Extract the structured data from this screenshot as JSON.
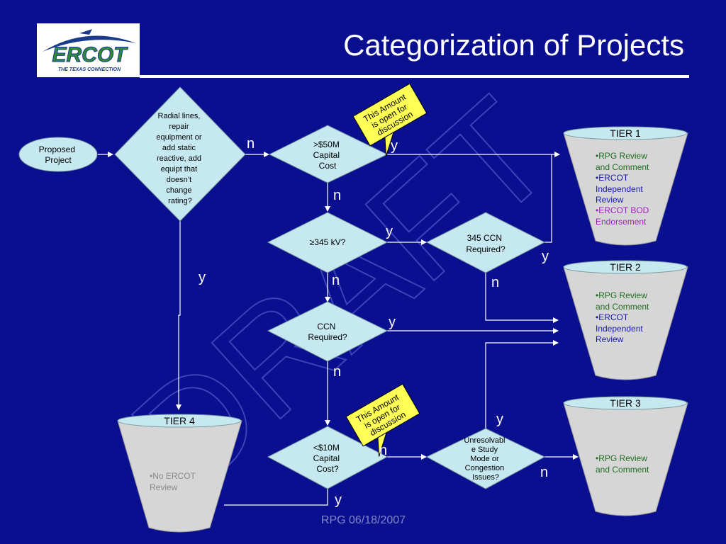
{
  "header": {
    "title": "Categorization of Projects",
    "logo_word": "ERCOT",
    "logo_tagline": "THE TEXAS CONNECTION"
  },
  "footer": {
    "text": "RPG 06/18/2007"
  },
  "watermark": "DRAFT",
  "colors": {
    "background": "#0a0f8f",
    "shape_fill": "#c6e9f1",
    "bucket_fill": "#d6d6d6",
    "note_fill": "#ffff55",
    "text_green": "#1f6e1f",
    "text_blue": "#1a1aa8",
    "text_purple": "#a020c0",
    "text_gray": "#8a8a8a"
  },
  "nodes": {
    "start": [
      "Proposed",
      "Project"
    ],
    "radial": [
      "Radial lines,",
      "repair",
      "equipment or",
      "add static",
      "reactive, add",
      "equipt that",
      "doesn’t",
      "change",
      "rating?"
    ],
    "capital50": [
      ">$50M",
      "Capital",
      "Cost"
    ],
    "kv345": [
      "≥345 kV?"
    ],
    "ccn345": [
      "345 CCN",
      "Required?"
    ],
    "ccn": [
      "CCN",
      "Required?"
    ],
    "capital10": [
      "<$10M",
      "Capital",
      "Cost?"
    ],
    "unresolvable": [
      "Unresolvabl",
      "e Study",
      "Mode or",
      "Congestion",
      "Issues?"
    ]
  },
  "notes": {
    "note1": [
      "This Amount",
      "is open for",
      "discussion"
    ],
    "note2": [
      "This Amount",
      "is open for",
      "discussion"
    ]
  },
  "tiers": {
    "tier1": {
      "label": "TIER 1",
      "items": [
        "•RPG Review",
        "and Comment",
        "•ERCOT",
        "Independent",
        "Review",
        "•ERCOT BOD",
        "Endorsement"
      ]
    },
    "tier2": {
      "label": "TIER 2",
      "items": [
        "•RPG Review",
        "and Comment",
        "•ERCOT",
        "Independent",
        "Review"
      ]
    },
    "tier3": {
      "label": "TIER 3",
      "items": [
        "•RPG Review",
        "and Comment"
      ]
    },
    "tier4": {
      "label": "TIER 4",
      "items": [
        "•No ERCOT",
        "Review"
      ]
    }
  },
  "edge_labels": {
    "radial_n": "n",
    "radial_y": "y",
    "cap50_y": "y",
    "cap50_n": "n",
    "kv_y": "y",
    "kv_n": "n",
    "ccn345_y": "y",
    "ccn345_n": "n",
    "ccn_y": "y",
    "ccn_n": "n",
    "cap10_n": "n",
    "cap10_y": "y",
    "unres_y": "y",
    "unres_n": "n"
  }
}
